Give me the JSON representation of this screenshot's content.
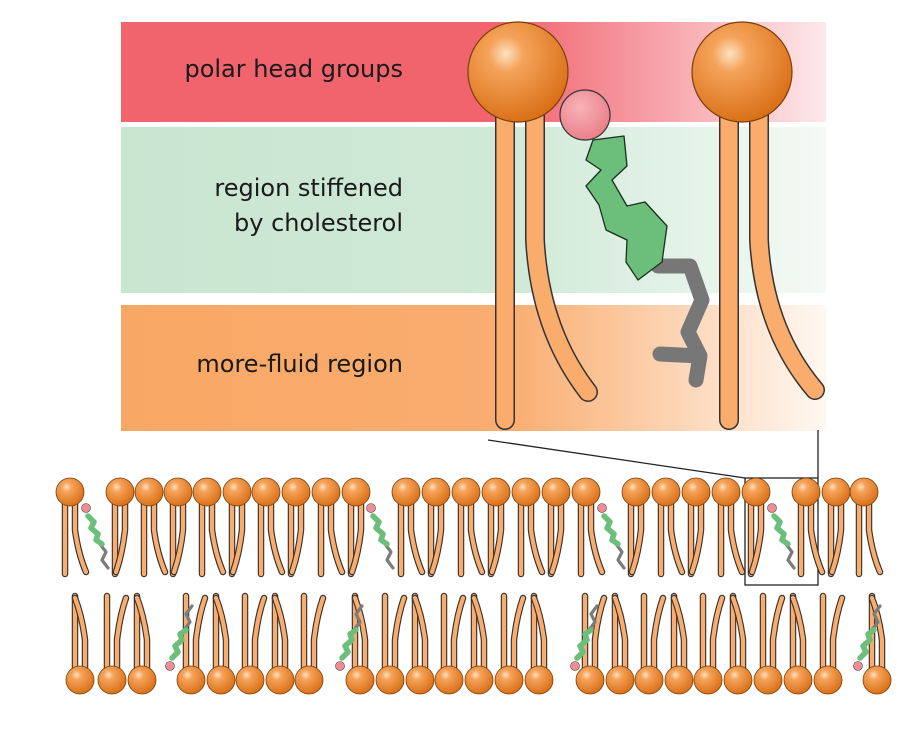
{
  "diagram": {
    "regions": [
      {
        "label_lines": [
          "polar head groups"
        ]
      },
      {
        "label_lines": [
          "region stiffened",
          "by cholesterol"
        ]
      },
      {
        "label_lines": [
          "more-fluid region"
        ]
      }
    ],
    "colors": {
      "polar_band": "#f1646e",
      "stiffened_band": "#c9e6d1",
      "fluid_band": "#f9a764",
      "lipid_head": "#ee8a2c",
      "lipid_tail": "#f9ac6c",
      "cholesterol_ring": "#6bbf7a",
      "cholesterol_oh": "#ef8d95",
      "cholesterol_chain": "#7c7c7c"
    }
  }
}
